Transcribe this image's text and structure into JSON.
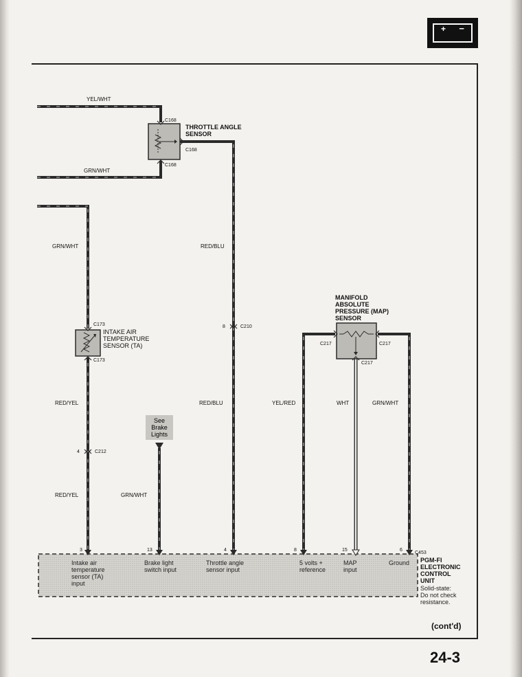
{
  "page": {
    "number": "24-3",
    "contd": "(cont'd)"
  },
  "wires": {
    "yel_wht": "YEL/WHT",
    "grn_wht_top": "GRN/WHT",
    "grn_wht_left": "GRN/WHT",
    "red_blu_upper": "RED/BLU",
    "red_yel_upper": "RED/YEL",
    "red_blu_lower": "RED/BLU",
    "yel_red": "YEL/RED",
    "wht": "WHT",
    "grn_wht_right": "GRN/WHT",
    "red_yel_lower": "RED/YEL",
    "grn_wht_brake": "GRN/WHT"
  },
  "connectors": {
    "c168_a": "C168",
    "c168_b": "C168",
    "c168_c": "C168",
    "c173_a": "C173",
    "c173_b": "C173",
    "c210": "C210",
    "c210_pin": "8",
    "c212": "C212",
    "c212_pin": "4",
    "c217_a": "C217",
    "c217_b": "C217",
    "c217_c": "C217",
    "c453": "C453"
  },
  "components": {
    "throttle_line1": "THROTTLE ANGLE",
    "throttle_line2": "SENSOR",
    "iat_line1": "INTAKE AIR",
    "iat_line2": "TEMPERATURE",
    "iat_line3": "SENSOR (TA)",
    "map_line1": "MANIFOLD",
    "map_line2": "ABSOLUTE",
    "map_line3": "PRESSURE (MAP)",
    "map_line4": "SENSOR",
    "see_line1": "See",
    "see_line2": "Brake",
    "see_line3": "Lights"
  },
  "ecu": {
    "pins": {
      "p3": "3",
      "p13": "13",
      "p4": "4",
      "p8": "8",
      "p15": "15",
      "p6": "6"
    },
    "inputs": {
      "intake_1": "Intake air",
      "intake_2": "temperature",
      "intake_3": "sensor (TA)",
      "intake_4": "input",
      "brake_1": "Brake light",
      "brake_2": "switch input",
      "throttle_1": "Throttle angle",
      "throttle_2": "sensor input",
      "ref_1": "5 volts +",
      "ref_2": "reference",
      "map_1": "MAP",
      "map_2": "input",
      "ground": "Ground"
    },
    "title_1": "PGM-FI",
    "title_2": "ELECTRONIC",
    "title_3": "CONTROL",
    "title_4": "UNIT",
    "note_1": "Solid-state:",
    "note_2": "Do not check",
    "note_3": "resistance."
  },
  "colors": {
    "wire": "#2a2a2a",
    "component_fill": "#bdbbb6",
    "ecu_fill": "#d3d1cc"
  }
}
